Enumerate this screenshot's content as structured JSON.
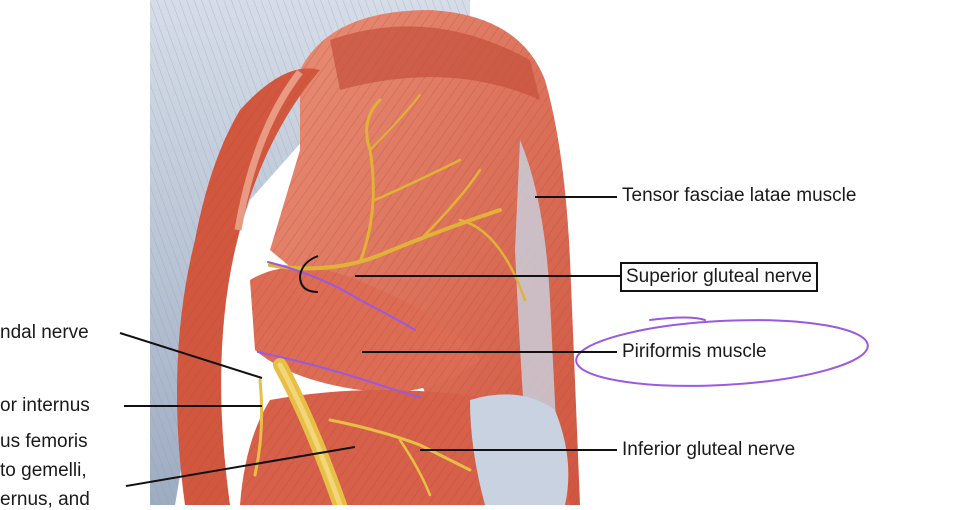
{
  "labels": {
    "tensor": "Tensor fasciae latae muscle",
    "superior": "Superior gluteal nerve",
    "piriformis": "Piriformis muscle",
    "inferior": "Inferior gluteal nerve",
    "pudendal": "ndal nerve",
    "obturator": "or internus",
    "quadratus": "us femoris",
    "gemelli": "to gemelli,",
    "internus_and": "ernus, and"
  },
  "colors": {
    "muscle": "#d9604a",
    "muscle_light": "#e88a72",
    "fascia": "#b8c4d6",
    "nerve": "#e6b53a",
    "annotation": "#9b59e0",
    "leader": "#111111"
  }
}
